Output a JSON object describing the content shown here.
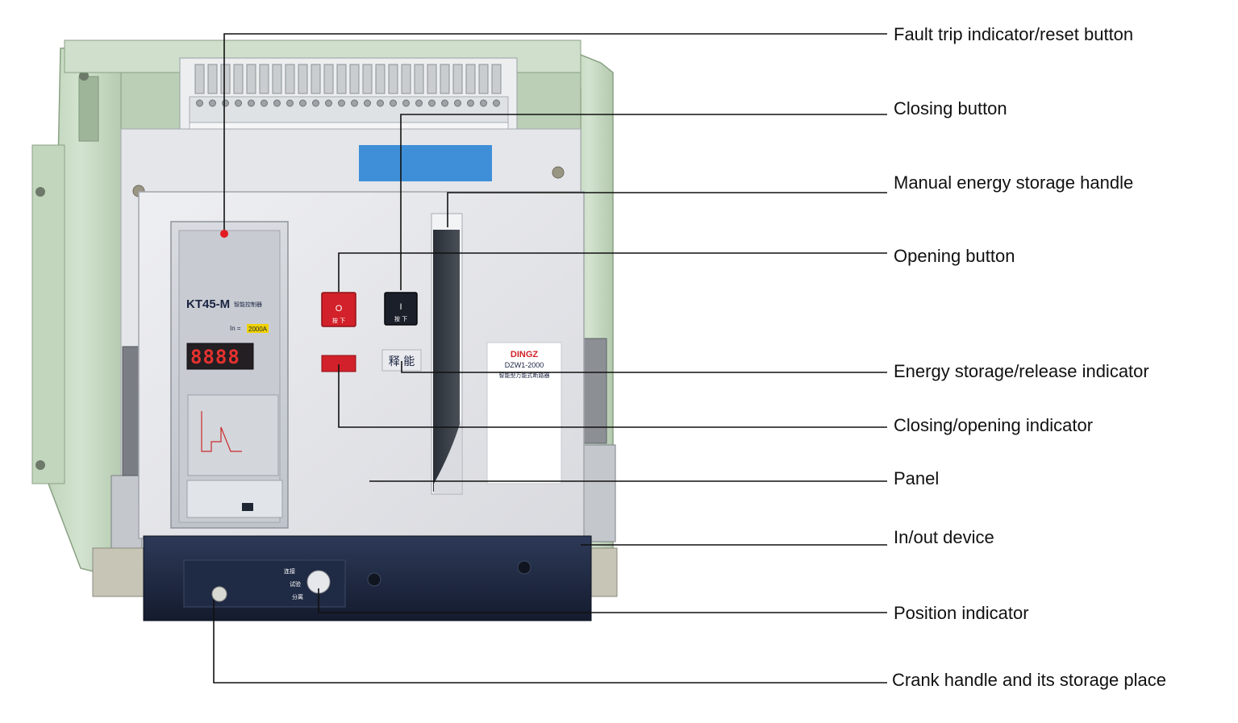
{
  "device": {
    "controller_model": "KT45-M",
    "controller_subtitle": "智能控制器",
    "rated_current_label": "In =",
    "rated_current_value": "2000A",
    "display_value": "8888",
    "brand": "DINGZ",
    "model": "DZW1-2000",
    "product_name": "智能型万能式断路器",
    "button_open_symbol": "O",
    "button_close_symbol": "I",
    "button_press_text": "按 下",
    "energy_release_text": "释 能",
    "position_labels": [
      "连接",
      "试验",
      "分离"
    ]
  },
  "callouts": [
    {
      "id": "fault-trip",
      "label": "Fault trip indicator/reset button"
    },
    {
      "id": "closing-button",
      "label": "Closing button"
    },
    {
      "id": "energy-handle",
      "label": "Manual energy storage handle"
    },
    {
      "id": "opening-button",
      "label": "Opening button"
    },
    {
      "id": "energy-indicator",
      "label": "Energy storage/release indicator"
    },
    {
      "id": "closing-opening-indicator",
      "label": "Closing/opening indicator"
    },
    {
      "id": "panel",
      "label": "Panel"
    },
    {
      "id": "inout-device",
      "label": "In/out device"
    },
    {
      "id": "position-indicator",
      "label": "Position indicator"
    },
    {
      "id": "crank-handle",
      "label": "Crank handle and its storage place"
    }
  ],
  "colors": {
    "frame_green": "#c9dcc5",
    "panel_gray": "#e2e3e7",
    "controller_gray": "#cfd3d8",
    "base_navy": "#1f2a44",
    "button_red": "#d2212a",
    "button_black": "#1b1f2a",
    "blue_label": "#3f8fd8",
    "leader_line": "#111111"
  }
}
